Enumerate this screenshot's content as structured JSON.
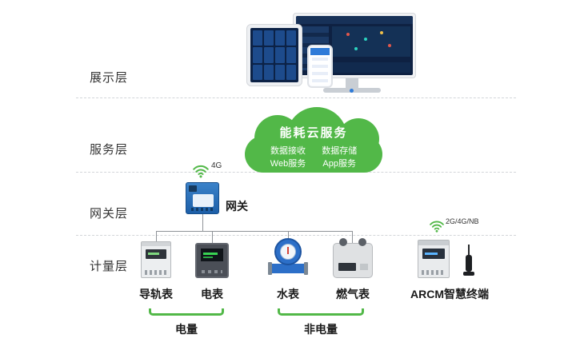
{
  "layers": {
    "display": "展示层",
    "service": "服务层",
    "gateway": "网关层",
    "metering": "计量层"
  },
  "cloud": {
    "title": "能耗云服务",
    "services": [
      {
        "label": "数据接收"
      },
      {
        "label": "Web服务"
      },
      {
        "label": "数据存储"
      },
      {
        "label": "App服务"
      }
    ]
  },
  "gateway": {
    "label": "网关",
    "wireless": "4G"
  },
  "meters": [
    {
      "label": "导轨表"
    },
    {
      "label": "电表"
    },
    {
      "label": "水表"
    },
    {
      "label": "燃气表"
    }
  ],
  "arcm": {
    "label": "ARCM智慧终端",
    "wireless": "2G/4G/NB"
  },
  "groups": [
    {
      "label": "电量"
    },
    {
      "label": "非电量"
    }
  ],
  "colors": {
    "green": "#52b848",
    "line": "#8f9398"
  }
}
